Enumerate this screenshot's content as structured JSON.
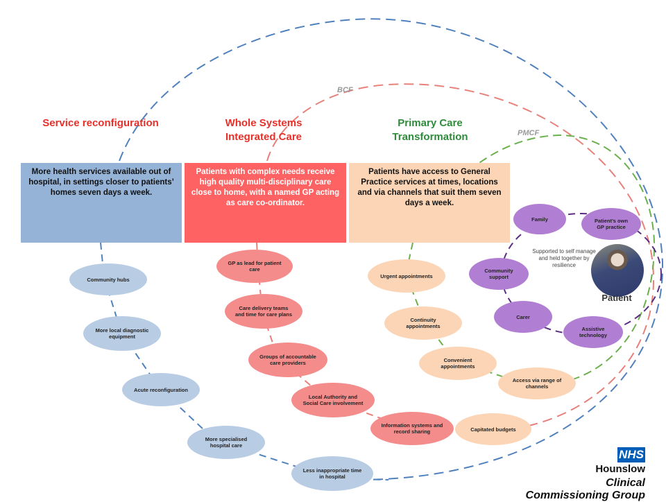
{
  "columns": [
    {
      "heading": "Service reconfiguration",
      "color": "#e8302a",
      "box_text": "More health services available out of hospital, in settings closer to patients’ homes seven days a week.",
      "box_color": "#95b3d7"
    },
    {
      "heading": "Whole Systems Integrated Care",
      "color": "#e8302a",
      "box_text": "Patients with complex needs receive high quality multi-disciplinary care close to home, with a named GP acting as care co-ordinator.",
      "box_color": "#ff6262"
    },
    {
      "heading": "Primary Care Transformation",
      "color": "#2e8b3a",
      "box_text": "Patients have access to General Practice services at times, locations and via channels that suit them seven days a week.",
      "box_color": "#fbd5b5"
    }
  ],
  "arc_labels": {
    "bcf": "BCF",
    "pmcf": "PMCF"
  },
  "blue_nodes": [
    "Community hubs",
    "More local diagnostic equipment",
    "Acute reconfiguration",
    "More specialised hospital care",
    "Less inappropriate time in hospital"
  ],
  "red_nodes": [
    "GP as lead for patient care",
    "Care delivery teams and time for care plans",
    "Groups of accountable care providers",
    "Local Authority and Social Care involvement",
    "Information systems and record sharing"
  ],
  "peach_nodes": [
    "Urgent appointments",
    "Continuity appointments",
    "Convenient appointments",
    "Access via range of channels",
    "Capitated budgets"
  ],
  "purple_nodes": [
    "Family",
    "Patient’s own GP practice",
    "Community support",
    "Carer",
    "Assistive technology"
  ],
  "support_text": "Supported to self manage and held together by resilience",
  "patient_label": "Patient",
  "logo": {
    "badge": "NHS",
    "line1": "Hounslow",
    "line2": "Clinical Commissioning Group"
  },
  "colors": {
    "blue_line": "#4f81bd",
    "red_line": "#e8807a",
    "green_line": "#6ab04c",
    "purple_line": "#5a2d82"
  }
}
